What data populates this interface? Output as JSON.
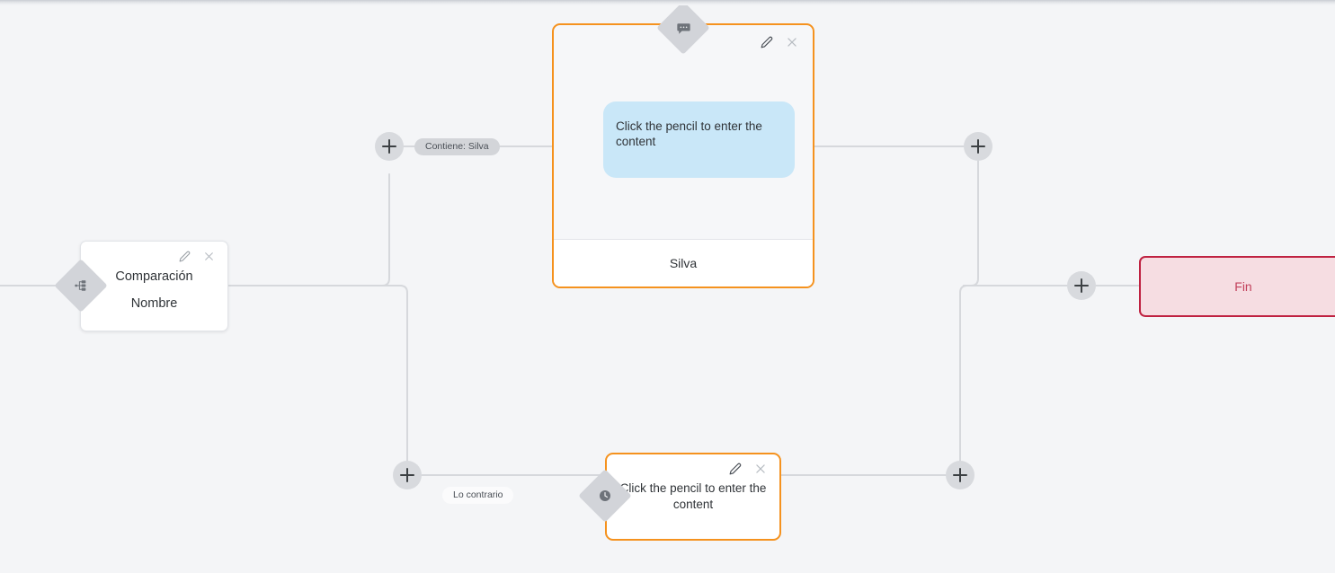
{
  "canvas": {
    "background_color": "#f4f5f7",
    "connector_color": "#d6d8dc"
  },
  "palette": {
    "orange": "#f5921e",
    "bubble_blue": "#c9e7f8",
    "end_fill": "#f6dde2",
    "end_border": "#bf2241",
    "end_text": "#c2405b",
    "badge_gray": "#d2d4d9",
    "plus_gray": "#d8dade"
  },
  "nodes": {
    "comparison": {
      "badge_icon": "branch-split-icon",
      "title": "Comparación",
      "subtitle": "Nombre",
      "edit_icon": "pencil-icon",
      "close_icon": "close-icon"
    },
    "message": {
      "badge_icon": "chat-bubble-icon",
      "bubble_text": "Click the pencil to enter the content",
      "footer_label": "Silva",
      "edit_icon": "pencil-icon",
      "close_icon": "close-icon"
    },
    "delay": {
      "badge_icon": "clock-icon",
      "text": "Click the pencil to enter the content",
      "edit_icon": "pencil-icon",
      "close_icon": "close-icon"
    },
    "end": {
      "label": "Fin"
    }
  },
  "edge_labels": {
    "branch_true": "Contiene: Silva",
    "branch_false": "Lo contrario"
  },
  "add_buttons": [
    {
      "name": "add-node-branch-true",
      "icon": "plus-icon"
    },
    {
      "name": "add-node-branch-false",
      "icon": "plus-icon"
    },
    {
      "name": "add-node-after-message",
      "icon": "plus-icon"
    },
    {
      "name": "add-node-after-delay",
      "icon": "plus-icon"
    },
    {
      "name": "add-node-before-end",
      "icon": "plus-icon"
    }
  ]
}
